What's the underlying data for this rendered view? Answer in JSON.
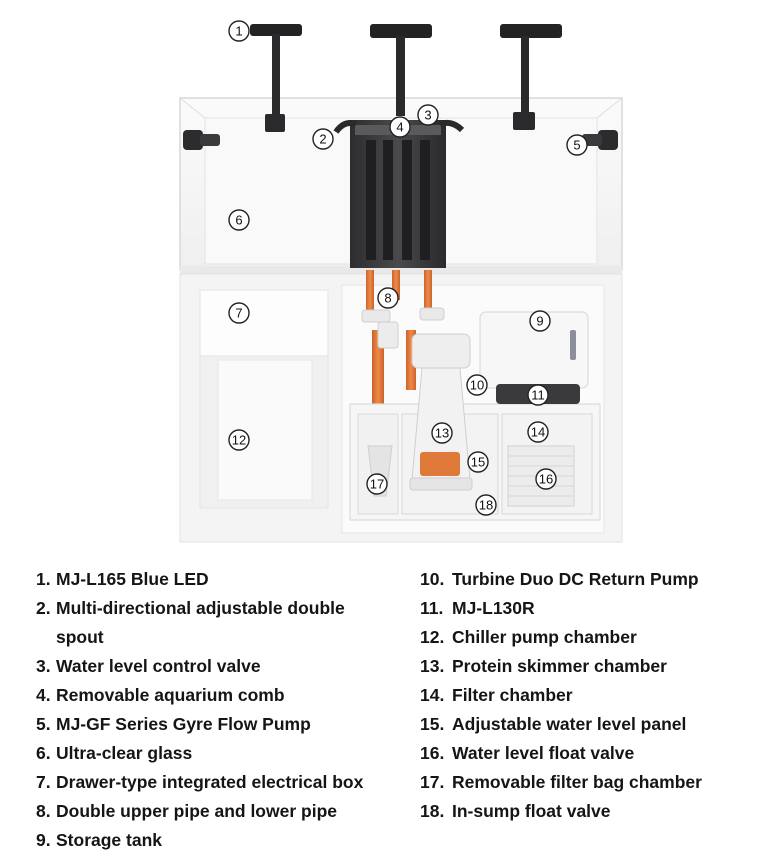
{
  "callouts": [
    "1",
    "2",
    "3",
    "4",
    "5",
    "6",
    "7",
    "8",
    "9",
    "10",
    "11",
    "12",
    "13",
    "14",
    "15",
    "16",
    "17",
    "18"
  ],
  "legend_left": [
    {
      "num": "1.",
      "text": "MJ-L165 Blue LED"
    },
    {
      "num": "2.",
      "text": "Multi-directional adjustable double spout"
    },
    {
      "num": "3.",
      "text": "Water level control valve"
    },
    {
      "num": "4.",
      "text": "Removable aquarium comb"
    },
    {
      "num": "5.",
      "text": "MJ-GF Series Gyre Flow Pump"
    },
    {
      "num": "6.",
      "text": "Ultra-clear glass"
    },
    {
      "num": "7.",
      "text": "Drawer-type integrated electrical box"
    },
    {
      "num": "8.",
      "text": "Double upper pipe and lower pipe"
    },
    {
      "num": "9.",
      "text": "Storage tank"
    }
  ],
  "legend_right": [
    {
      "num": "10.",
      "text": "Turbine Duo DC Return Pump"
    },
    {
      "num": "11.",
      "text": "MJ-L130R"
    },
    {
      "num": "12.",
      "text": "Chiller pump chamber"
    },
    {
      "num": "13.",
      "text": "Protein skimmer chamber"
    },
    {
      "num": "14.",
      "text": "Filter chamber"
    },
    {
      "num": "15.",
      "text": "Adjustable water level panel"
    },
    {
      "num": "16.",
      "text": "Water level float valve"
    },
    {
      "num": "17.",
      "text": "Removable filter bag chamber"
    },
    {
      "num": "18.",
      "text": "In-sump float valve"
    }
  ],
  "colors": {
    "pipe_orange": "#e07a3a",
    "comb_dark": "#3a3a3c",
    "cabinet": "#f3f3f3",
    "glass": "#f6f6f6"
  }
}
